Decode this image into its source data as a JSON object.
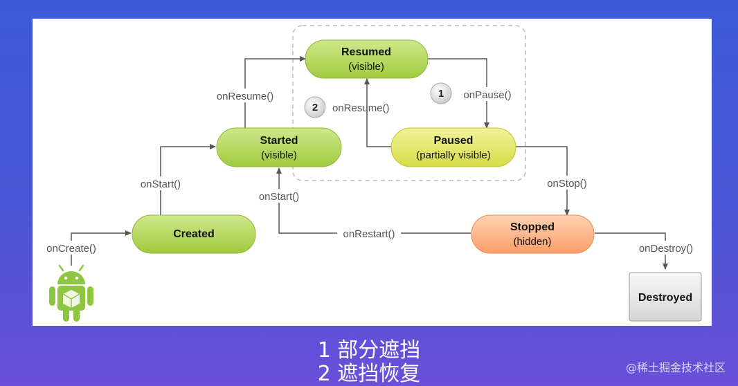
{
  "states": {
    "resumed": {
      "title": "Resumed",
      "sub": "(visible)"
    },
    "started": {
      "title": "Started",
      "sub": "(visible)"
    },
    "paused": {
      "title": "Paused",
      "sub": "(partially visible)"
    },
    "created": {
      "title": "Created",
      "sub": ""
    },
    "stopped": {
      "title": "Stopped",
      "sub": "(hidden)"
    },
    "destroyed": {
      "title": "Destroyed",
      "sub": ""
    }
  },
  "edges": {
    "on_create": "onCreate()",
    "on_start_1": "onStart()",
    "on_resume_1": "onResume()",
    "on_resume_2": "onResume()",
    "on_pause": "onPause()",
    "on_stop": "onStop()",
    "on_start_2": "onStart()",
    "on_restart": "onRestart()",
    "on_destroy": "onDestroy()"
  },
  "badges": {
    "one": "1",
    "two": "2"
  },
  "captions": {
    "line1": "1 部分遮挡",
    "line2": "2 遮挡恢复"
  },
  "watermark": "@稀土掘金技术社区",
  "colors": {
    "green_state": "#b5d85a",
    "yellow_state": "#e3e76a",
    "orange_state": "#fdb58a",
    "destroyed_state": "#e6e6e6",
    "arrow": "#555555"
  }
}
